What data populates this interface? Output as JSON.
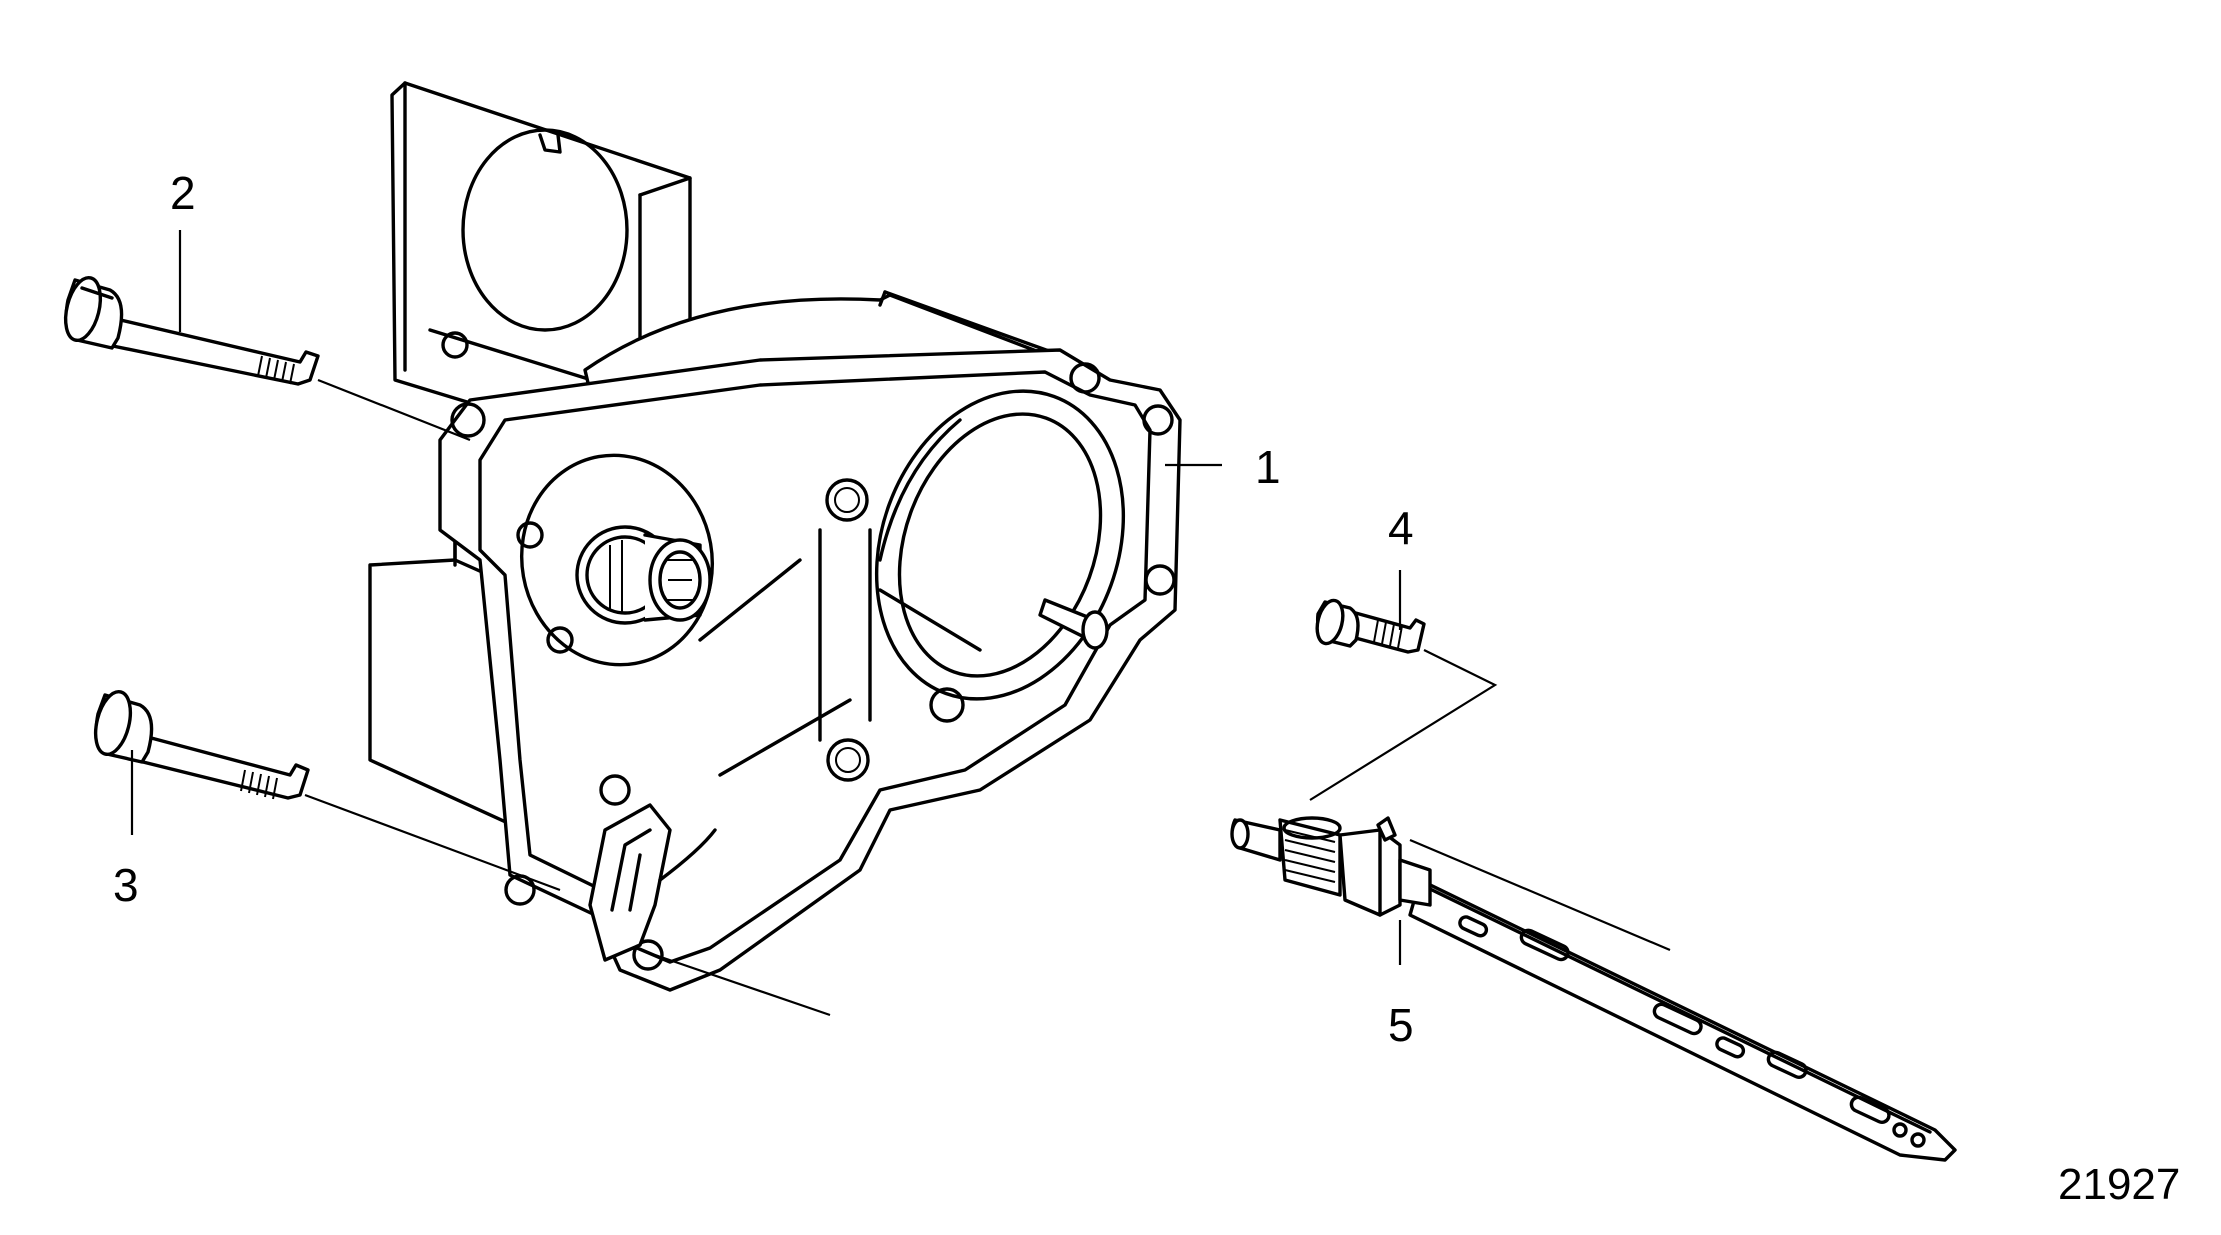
{
  "callouts": [
    {
      "id": "1",
      "label": "1"
    },
    {
      "id": "2",
      "label": "2"
    },
    {
      "id": "3",
      "label": "3"
    },
    {
      "id": "4",
      "label": "4"
    },
    {
      "id": "5",
      "label": "5"
    }
  ],
  "figure_number": "21927"
}
